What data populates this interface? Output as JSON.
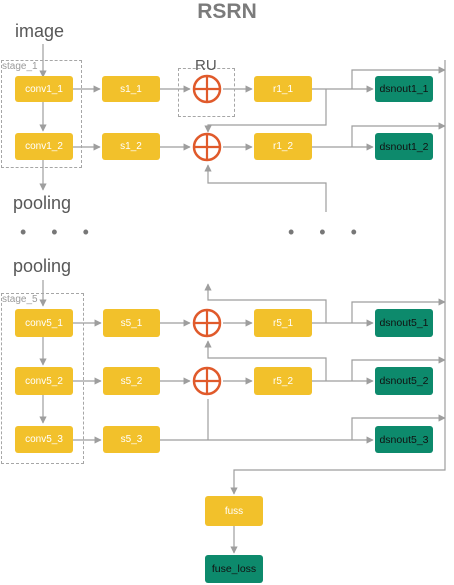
{
  "title": "RSRN",
  "input_label": "image",
  "pooling_labels": [
    "pooling",
    "pooling"
  ],
  "ellipsis": [
    "• • •",
    "• • •"
  ],
  "stage_labels": [
    "stage_1",
    "stage_5"
  ],
  "ru_label": "RU",
  "conv": [
    "conv1_1",
    "conv1_2",
    "conv5_1",
    "conv5_2",
    "conv5_3"
  ],
  "side": [
    "s1_1",
    "s1_2",
    "s5_1",
    "s5_2",
    "s5_3"
  ],
  "residual": [
    "r1_1",
    "r1_2",
    "r5_1",
    "r5_2"
  ],
  "dsn": [
    "dsnout1_1",
    "dsnout1_2",
    "dsnout5_1",
    "dsnout5_2",
    "dsnout5_3"
  ],
  "fuse": "fuss",
  "fuse_loss": "fuse_loss",
  "colors": {
    "block": "#f2c12b",
    "output": "#0d8a6c",
    "adder": "#e05a2b",
    "wire": "#9e9e9e"
  }
}
